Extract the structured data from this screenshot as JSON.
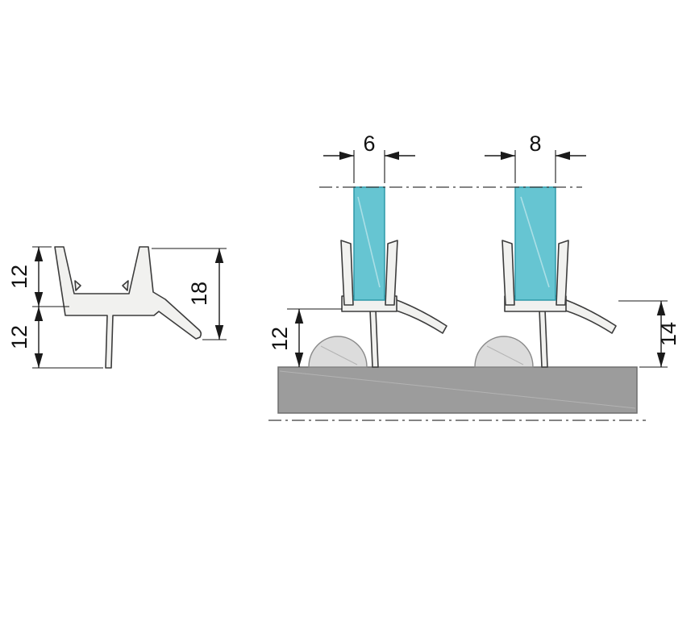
{
  "drawing": {
    "dims": {
      "profile_upper_height": "12",
      "profile_lower_height": "12",
      "profile_total_height": "18",
      "glass_thickness_small": "6",
      "glass_thickness_large": "8",
      "install_height_left": "12",
      "install_height_right": "14"
    },
    "colors": {
      "glass_fill": "#66c5d2",
      "floor_fill": "#9c9c9c",
      "seal_fill": "#f1f1ef",
      "dome_fill": "#dcdcdc",
      "dimension_line": "#1a1a1a"
    }
  }
}
